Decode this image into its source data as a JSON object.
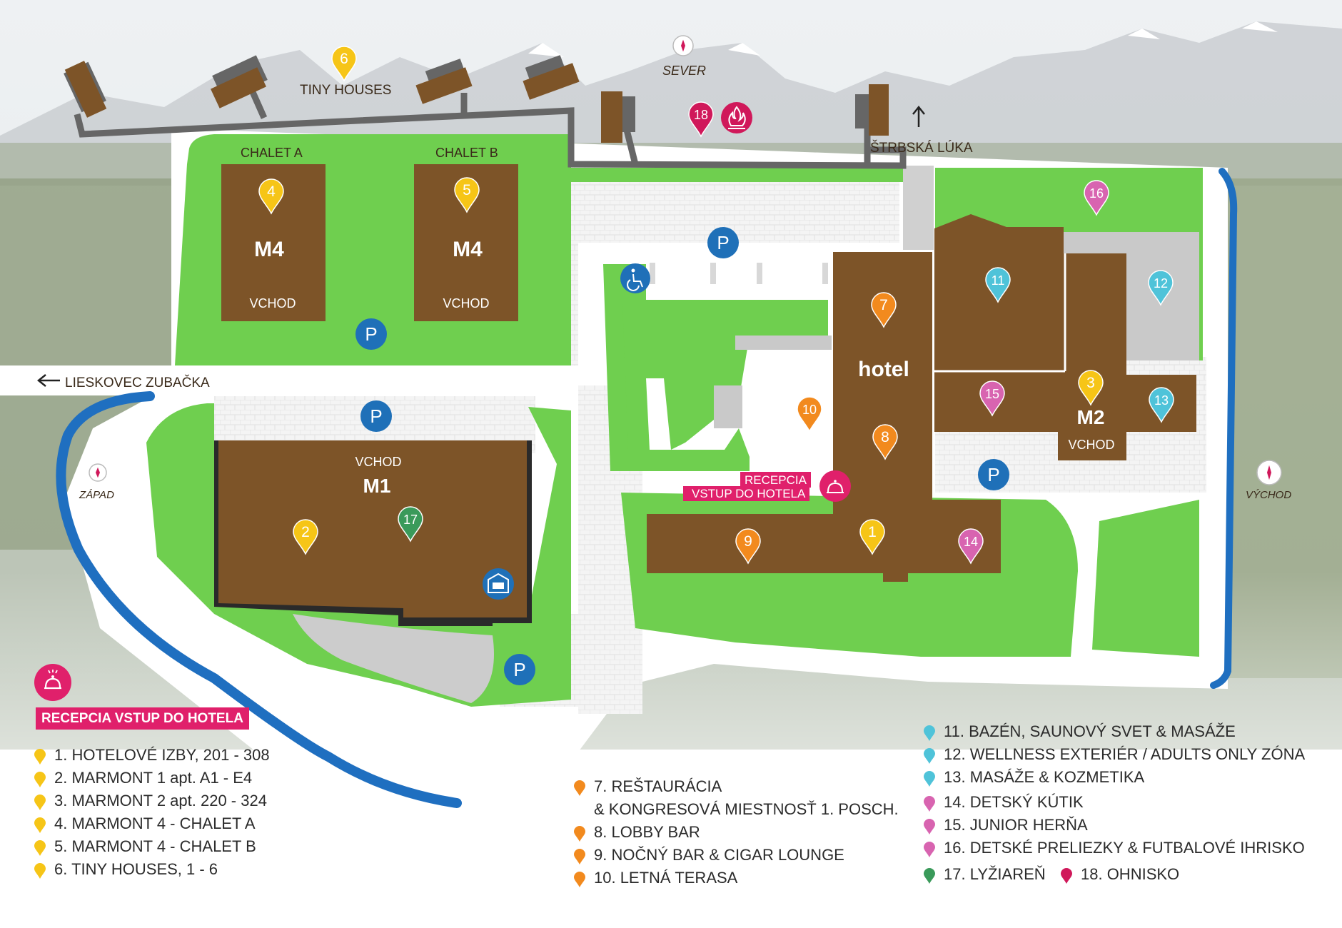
{
  "compass": {
    "north": "SEVER",
    "west": "ZÁPAD",
    "east": "VÝCHOD"
  },
  "roads": {
    "left_direction": "LIESKOVEC ZUBAČKA",
    "top_direction": "ŠTRBSKÁ LÚKA"
  },
  "areas": {
    "tiny_houses": "TINY HOUSES",
    "chalet_a": "CHALET A",
    "chalet_b": "CHALET B"
  },
  "buildings": {
    "m4a": {
      "name": "M4",
      "entrance": "VCHOD"
    },
    "m4b": {
      "name": "M4",
      "entrance": "VCHOD"
    },
    "m1": {
      "name": "M1",
      "entrance": "VCHOD"
    },
    "hotel": {
      "name": "hotel"
    },
    "m2": {
      "name": "M2",
      "entrance": "VCHOD"
    }
  },
  "parking_symbol": "P",
  "reception_tag": {
    "line1": "RECEPCIA",
    "line2": "VSTUP DO HOTELA"
  },
  "legend_reception": "RECEPCIA VSTUP DO HOTELA",
  "markers": {
    "m1": "1",
    "m2": "2",
    "m3": "3",
    "m4": "4",
    "m5": "5",
    "m6": "6",
    "m7": "7",
    "m8": "8",
    "m9": "9",
    "m10": "10",
    "m11": "11",
    "m12": "12",
    "m13": "13",
    "m14": "14",
    "m15": "15",
    "m16": "16",
    "m17": "17",
    "m18": "18"
  },
  "legend_yellow": [
    "1. HOTELOVÉ IZBY, 201 - 308",
    "2. MARMONT 1 apt. A1 - E4",
    "3. MARMONT 2 apt. 220 - 324",
    "4. MARMONT 4 - CHALET A",
    "5. MARMONT 4 - CHALET B",
    "6. TINY HOUSES, 1 - 6"
  ],
  "legend_orange": [
    "7. REŠTAURÁCIA",
    "& KONGRESOVÁ MIESTNOSŤ 1. POSCH.",
    "8. LOBBY BAR",
    "9. NOČNÝ BAR & CIGAR LOUNGE",
    "10. LETNÁ TERASA"
  ],
  "legend_cyan": [
    "11. BAZÉN, SAUNOVÝ SVET & MASÁŽE",
    "12. WELLNESS EXTERIÉR / ADULTS ONLY ZÓNA",
    "13. MASÁŽE & KOZMETIKA"
  ],
  "legend_pink": [
    "14. DETSKÝ KÚTIK",
    "15. JUNIOR HERŇA",
    "16. DETSKÉ PRELIEZKY & FUTBALOVÉ IHRISKO"
  ],
  "legend_green": "17. LYŽIAREŇ",
  "legend_red": "18. OHNISKO",
  "colors": {
    "building": "#7d5428",
    "grass": "#6fcf4f",
    "river": "#1f6fc0",
    "parking": "#1f70b8",
    "yellow": "#f6c517",
    "orange": "#f28a1e",
    "cyan": "#4fc3d9",
    "pink": "#d864b0",
    "green": "#3a9a5a",
    "red": "#d0185a",
    "path": "#666666"
  }
}
